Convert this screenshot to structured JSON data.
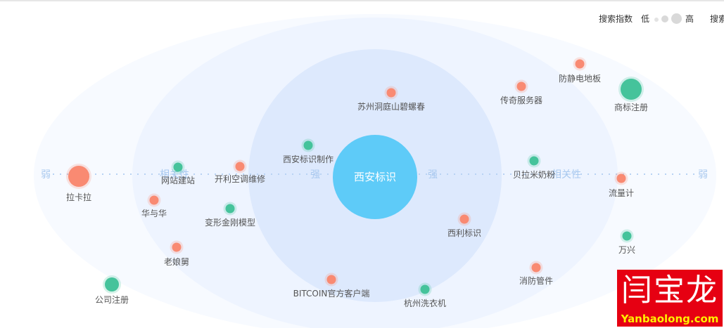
{
  "legend": {
    "label": "搜索指数",
    "low": "低",
    "high": "高",
    "cut_label": "搜索"
  },
  "center": {
    "label": "西安标识"
  },
  "axis": {
    "weak_left": "弱",
    "weak_right": "弱",
    "strong_left": "强",
    "strong_right": "强",
    "relevance_left": "相关性",
    "relevance_right": "相关性"
  },
  "colors": {
    "center": "#5ecbf8",
    "positive": "#f98a72",
    "negative": "#45c39b",
    "ring": "#e4efff"
  },
  "nodes": [
    {
      "label": "苏州洞庭山碧螺春",
      "color": "positive",
      "size": "small"
    },
    {
      "label": "传奇服务器",
      "color": "positive",
      "size": "small"
    },
    {
      "label": "防静电地板",
      "color": "positive",
      "size": "small"
    },
    {
      "label": "商标注册",
      "color": "negative",
      "size": "large"
    },
    {
      "label": "西安标识制作",
      "color": "negative",
      "size": "small"
    },
    {
      "label": "贝拉米奶粉",
      "color": "negative",
      "size": "small"
    },
    {
      "label": "流量计",
      "color": "positive",
      "size": "small"
    },
    {
      "label": "拉卡拉",
      "color": "positive",
      "size": "large"
    },
    {
      "label": "网站建站",
      "color": "negative",
      "size": "small"
    },
    {
      "label": "开利空调维修",
      "color": "positive",
      "size": "small"
    },
    {
      "label": "华与华",
      "color": "positive",
      "size": "small"
    },
    {
      "label": "变形金刚模型",
      "color": "negative",
      "size": "small"
    },
    {
      "label": "西利标识",
      "color": "positive",
      "size": "small"
    },
    {
      "label": "万兴",
      "color": "negative",
      "size": "small"
    },
    {
      "label": "老娘舅",
      "color": "positive",
      "size": "small"
    },
    {
      "label": "消防管件",
      "color": "positive",
      "size": "small"
    },
    {
      "label": "公司注册",
      "color": "negative",
      "size": "medium"
    },
    {
      "label": "BITCOIN官方客户端",
      "color": "positive",
      "size": "small"
    },
    {
      "label": "杭州洗衣机",
      "color": "negative",
      "size": "small"
    }
  ],
  "watermark": {
    "title": "闫宝龙",
    "url": "Yanbaolong.com"
  }
}
